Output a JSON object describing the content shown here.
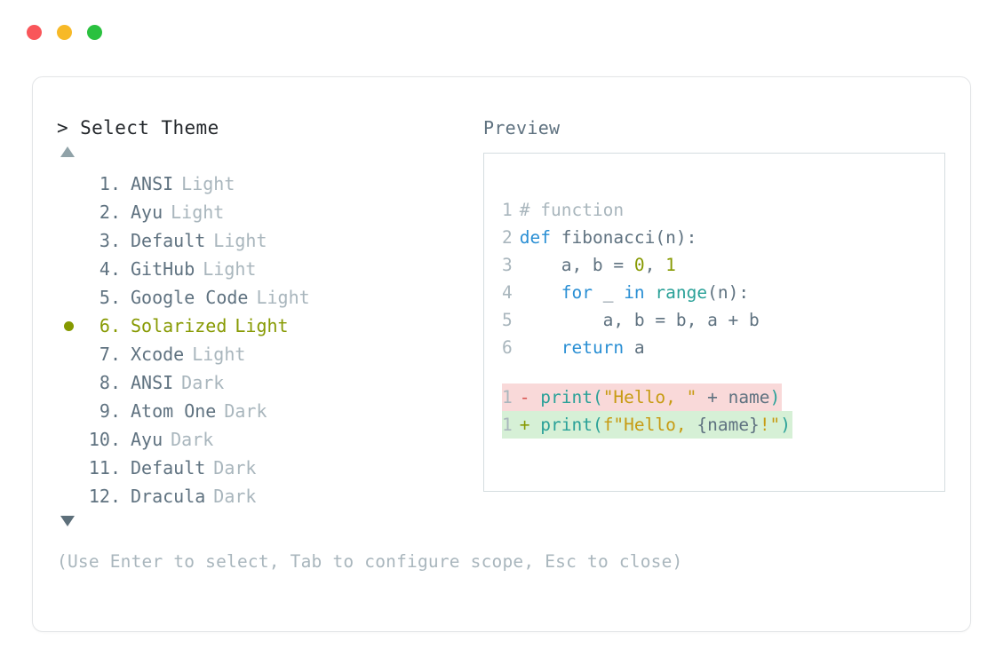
{
  "window": {
    "traffic_lights": [
      {
        "name": "close-button",
        "color": "#f9565a"
      },
      {
        "name": "minimize-button",
        "color": "#f7b927"
      },
      {
        "name": "maximize-button",
        "color": "#2cc churches"
      }
    ]
  },
  "colors": {
    "close": "#f9565a",
    "minimize": "#f7b927",
    "maximize": "#2ac13f",
    "selected_accent": "#879a03",
    "muted": "#a9b6bd",
    "text": "#5f7280",
    "prompt": "#23272b",
    "keyword": "#2a8fd4",
    "function": "#2aa198",
    "number": "#879a03",
    "string": "#c79b12",
    "diff_del_bg": "#f9d9d9",
    "diff_add_bg": "#d6f0d6",
    "card_border": "#e3e5e7",
    "panel_border": "#d5dde0"
  },
  "left": {
    "prompt_marker": ">",
    "prompt_label": "Select Theme",
    "scroll_up_icon": "triangle-up",
    "scroll_down_icon": "triangle-down",
    "selected_index": 6,
    "themes": [
      {
        "index": "1.",
        "name": "ANSI",
        "variant": "Light",
        "selected": false
      },
      {
        "index": "2.",
        "name": "Ayu",
        "variant": "Light",
        "selected": false
      },
      {
        "index": "3.",
        "name": "Default",
        "variant": "Light",
        "selected": false
      },
      {
        "index": "4.",
        "name": "GitHub",
        "variant": "Light",
        "selected": false
      },
      {
        "index": "5.",
        "name": "Google Code",
        "variant": "Light",
        "selected": false
      },
      {
        "index": "6.",
        "name": "Solarized",
        "variant": "Light",
        "selected": true
      },
      {
        "index": "7.",
        "name": "Xcode",
        "variant": "Light",
        "selected": false
      },
      {
        "index": "8.",
        "name": "ANSI",
        "variant": "Dark",
        "selected": false
      },
      {
        "index": "9.",
        "name": "Atom One",
        "variant": "Dark",
        "selected": false
      },
      {
        "index": "10.",
        "name": "Ayu",
        "variant": "Dark",
        "selected": false
      },
      {
        "index": "11.",
        "name": "Default",
        "variant": "Dark",
        "selected": false
      },
      {
        "index": "12.",
        "name": "Dracula",
        "variant": "Dark",
        "selected": false
      }
    ]
  },
  "right": {
    "preview_label": "Preview",
    "code_lines": [
      {
        "no": "1",
        "tokens": [
          {
            "t": "# function",
            "c": "cmt"
          }
        ]
      },
      {
        "no": "2",
        "tokens": [
          {
            "t": "def",
            "c": "kw"
          },
          {
            "t": " fibonacci(n):",
            "c": "plain"
          }
        ]
      },
      {
        "no": "3",
        "tokens": [
          {
            "t": "    a, b = ",
            "c": "plain"
          },
          {
            "t": "0",
            "c": "num"
          },
          {
            "t": ", ",
            "c": "plain"
          },
          {
            "t": "1",
            "c": "num"
          }
        ]
      },
      {
        "no": "4",
        "tokens": [
          {
            "t": "    ",
            "c": "plain"
          },
          {
            "t": "for",
            "c": "kw"
          },
          {
            "t": " _ ",
            "c": "plain"
          },
          {
            "t": "in",
            "c": "kw"
          },
          {
            "t": " ",
            "c": "plain"
          },
          {
            "t": "range",
            "c": "fn"
          },
          {
            "t": "(n):",
            "c": "plain"
          }
        ]
      },
      {
        "no": "5",
        "tokens": [
          {
            "t": "        a, b = b, a + b",
            "c": "plain"
          }
        ]
      },
      {
        "no": "6",
        "tokens": [
          {
            "t": "    ",
            "c": "plain"
          },
          {
            "t": "return",
            "c": "kw"
          },
          {
            "t": " a",
            "c": "plain"
          }
        ]
      }
    ],
    "diff_lines": [
      {
        "no": "1",
        "marker": "-",
        "kind": "del",
        "tokens": [
          {
            "t": "print",
            "c": "fn"
          },
          {
            "t": "(",
            "c": "pn"
          },
          {
            "t": "\"Hello, \"",
            "c": "str"
          },
          {
            "t": " + name",
            "c": "plain"
          },
          {
            "t": ")",
            "c": "pn"
          }
        ]
      },
      {
        "no": "1",
        "marker": "+",
        "kind": "add",
        "tokens": [
          {
            "t": "print",
            "c": "fn"
          },
          {
            "t": "(",
            "c": "pn"
          },
          {
            "t": "f\"Hello, ",
            "c": "str"
          },
          {
            "t": "{name}",
            "c": "plain"
          },
          {
            "t": "!\"",
            "c": "str"
          },
          {
            "t": ")",
            "c": "pn"
          }
        ]
      }
    ]
  },
  "footer": {
    "hint": "(Use Enter to select, Tab to configure scope, Esc to close)"
  }
}
